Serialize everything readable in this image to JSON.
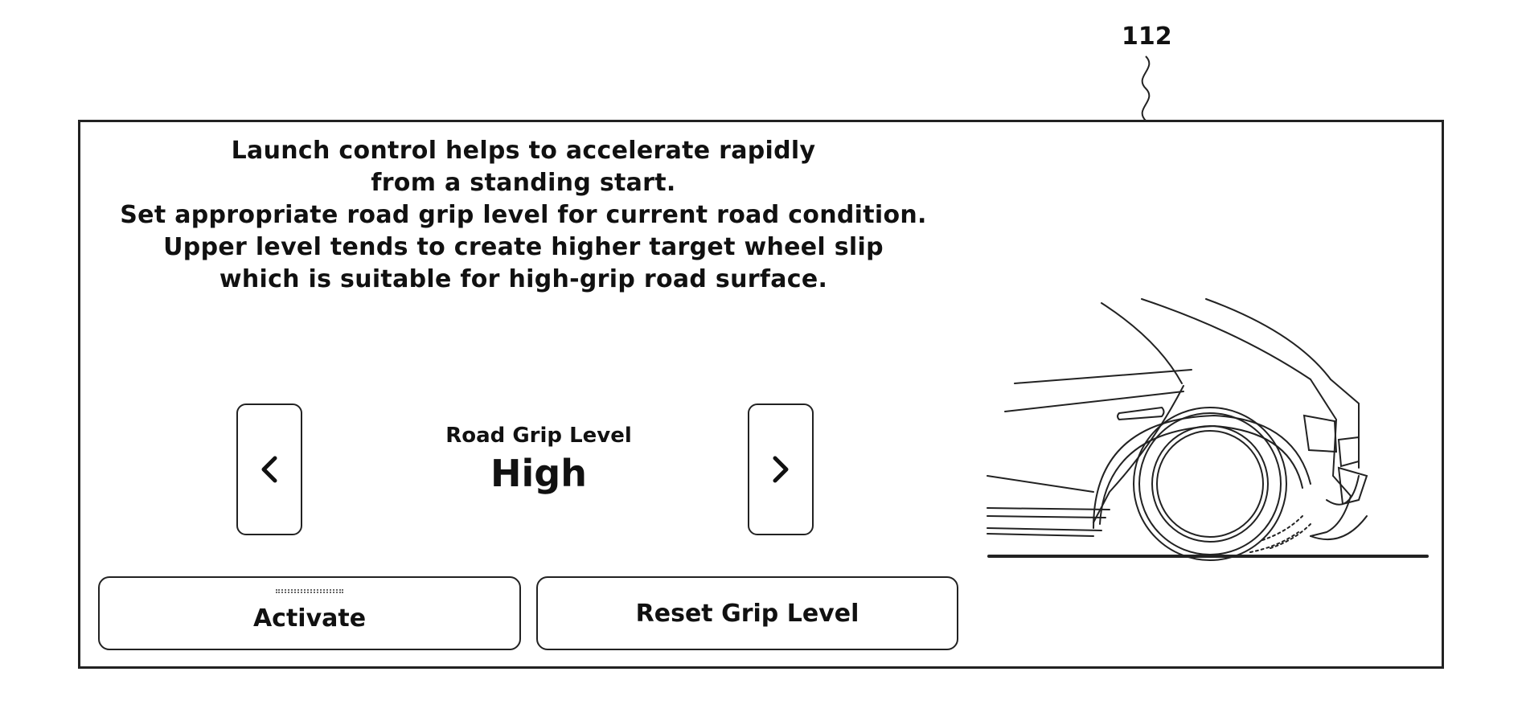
{
  "reference_numeral": "112",
  "description_lines": [
    "Launch control helps to accelerate rapidly",
    "from a standing start.",
    "Set appropriate road grip level for current road condition.",
    "Upper level tends to create higher target wheel slip",
    "which is suitable for high-grip road surface."
  ],
  "grip": {
    "label": "Road Grip Level",
    "value": "High",
    "prev_icon": "chevron-left-icon",
    "next_icon": "chevron-right-icon"
  },
  "buttons": {
    "activate": "Activate",
    "reset": "Reset Grip Level"
  },
  "illustration": "car-rear-wheel-illustration"
}
